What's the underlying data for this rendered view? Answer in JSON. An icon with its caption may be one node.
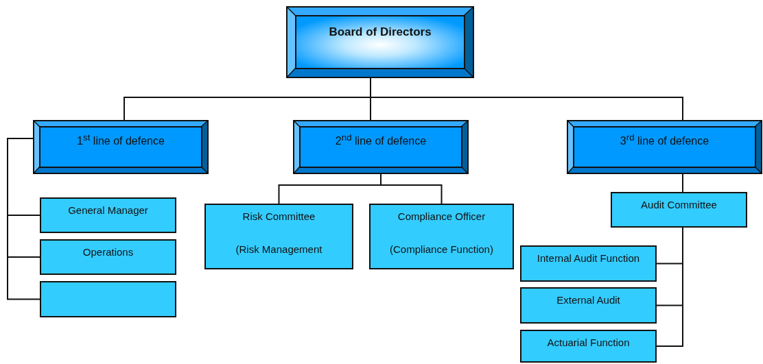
{
  "diagram": {
    "nodes": [
      {
        "text": [
          "Board of Directors"
        ]
      },
      {
        "text": [
          "1$^{st}$ line of defence"
        ]
      },
      {
        "text": [
          "2$^{nd}$ line of defence"
        ]
      },
      {
        "text": [
          "3$^{rd}$ line of defence"
        ]
      },
      {
        "text": [
          "General Manager"
        ]
      },
      {
        "text": [
          "Operations"
        ]
      },
      {
        "text": [],
        "shape": "box"
      },
      {
        "text": [
          "Risk Committee",
          "(Risk Management"
        ]
      },
      {
        "text": [
          "Compliance Officer",
          "(Compliance Function)"
        ]
      },
      {
        "text": [
          "Audit Committee"
        ]
      },
      {
        "text": [
          "Internal Audit Function"
        ]
      },
      {
        "text": [
          "External Audit"
        ]
      },
      {
        "text": [
          "Actuarial Function"
        ]
      }
    ],
    "edges": [
      {
        "from": 0,
        "to": 1,
        "arrow": "none"
      },
      {
        "from": 0,
        "to": 2,
        "arrow": "none"
      },
      {
        "from": 0,
        "to": 3,
        "arrow": "none"
      },
      {
        "from": 1,
        "to": 4,
        "arrow": "none"
      },
      {
        "from": 1,
        "to": 5,
        "arrow": "none"
      },
      {
        "from": 1,
        "to": 6,
        "arrow": "none"
      },
      {
        "from": 2,
        "to": 7,
        "arrow": "none"
      },
      {
        "from": 2,
        "to": 8,
        "arrow": "none"
      },
      {
        "from": 3,
        "to": 9,
        "arrow": "none"
      },
      {
        "from": 9,
        "to": 10,
        "arrow": "none"
      },
      {
        "from": 9,
        "to": 11,
        "arrow": "none"
      },
      {
        "from": 9,
        "to": 12,
        "arrow": "none"
      }
    ]
  }
}
